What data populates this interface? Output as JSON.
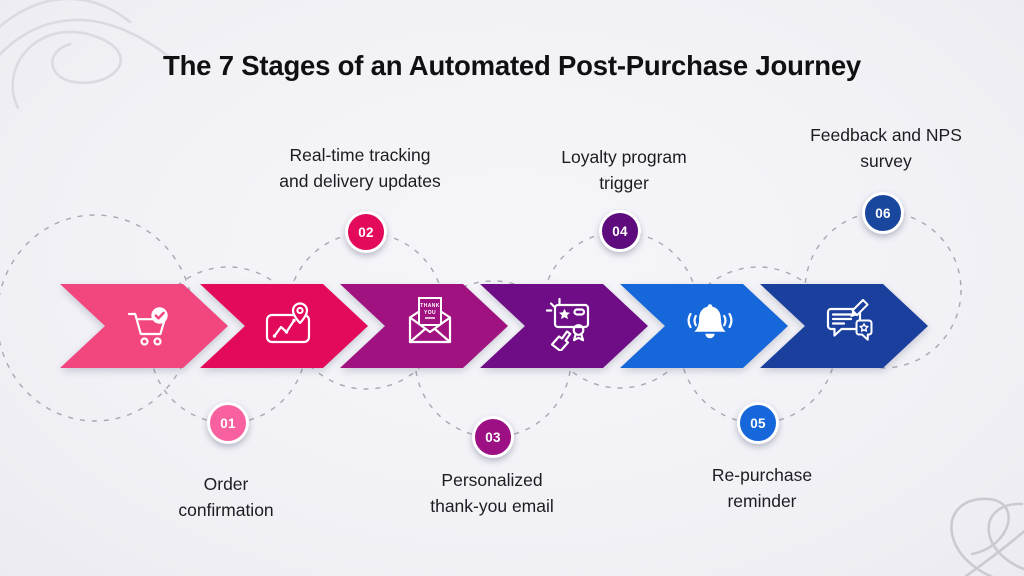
{
  "title": "The 7 Stages of an Automated Post-Purchase Journey",
  "colors": {
    "background": "#f2f2f6",
    "dashed_line": "#a6a9b2",
    "title_text": "#101013",
    "label_text": "#1c1d21",
    "badge_ring": "#ffffff",
    "icon_stroke": "#ffffff"
  },
  "stages": [
    {
      "num": "01",
      "label": "Order confirmation",
      "lines": [
        "Order",
        "confirmation"
      ],
      "label_position": "below",
      "arrow_color": "#f2467e",
      "badge_color": "#f8609f",
      "icon": "cart-check-icon"
    },
    {
      "num": "02",
      "label": "Real-time tracking and delivery updates",
      "lines": [
        "Real-time tracking",
        "and delivery updates"
      ],
      "label_position": "above",
      "arrow_color": "#e30a5c",
      "badge_color": "#e30a5c",
      "icon": "tracking-map-icon"
    },
    {
      "num": "03",
      "label": "Personalized thank-you email",
      "lines": [
        "Personalized",
        "thank-you email"
      ],
      "label_position": "below",
      "arrow_color": "#a0127f",
      "badge_color": "#9c1084",
      "icon": "thank-you-email-icon"
    },
    {
      "num": "04",
      "label": "Loyalty program trigger",
      "lines": [
        "Loyalty program",
        "trigger"
      ],
      "label_position": "above",
      "arrow_color": "#6e0d86",
      "badge_color": "#5e0c7d",
      "icon": "loyalty-card-icon"
    },
    {
      "num": "05",
      "label": "Re-purchase reminder",
      "lines": [
        "Re-purchase",
        "reminder"
      ],
      "label_position": "below",
      "arrow_color": "#1567da",
      "badge_color": "#1567da",
      "icon": "bell-icon"
    },
    {
      "num": "06",
      "label": "Feedback and NPS survey",
      "lines": [
        "Feedback and NPS",
        "survey"
      ],
      "label_position": "above",
      "arrow_color": "#1a3f9c",
      "badge_color": "#1a479e",
      "icon": "feedback-chat-icon"
    }
  ],
  "icon_text": {
    "thank_you_line1": "THANK",
    "thank_you_line2": "YOU"
  }
}
